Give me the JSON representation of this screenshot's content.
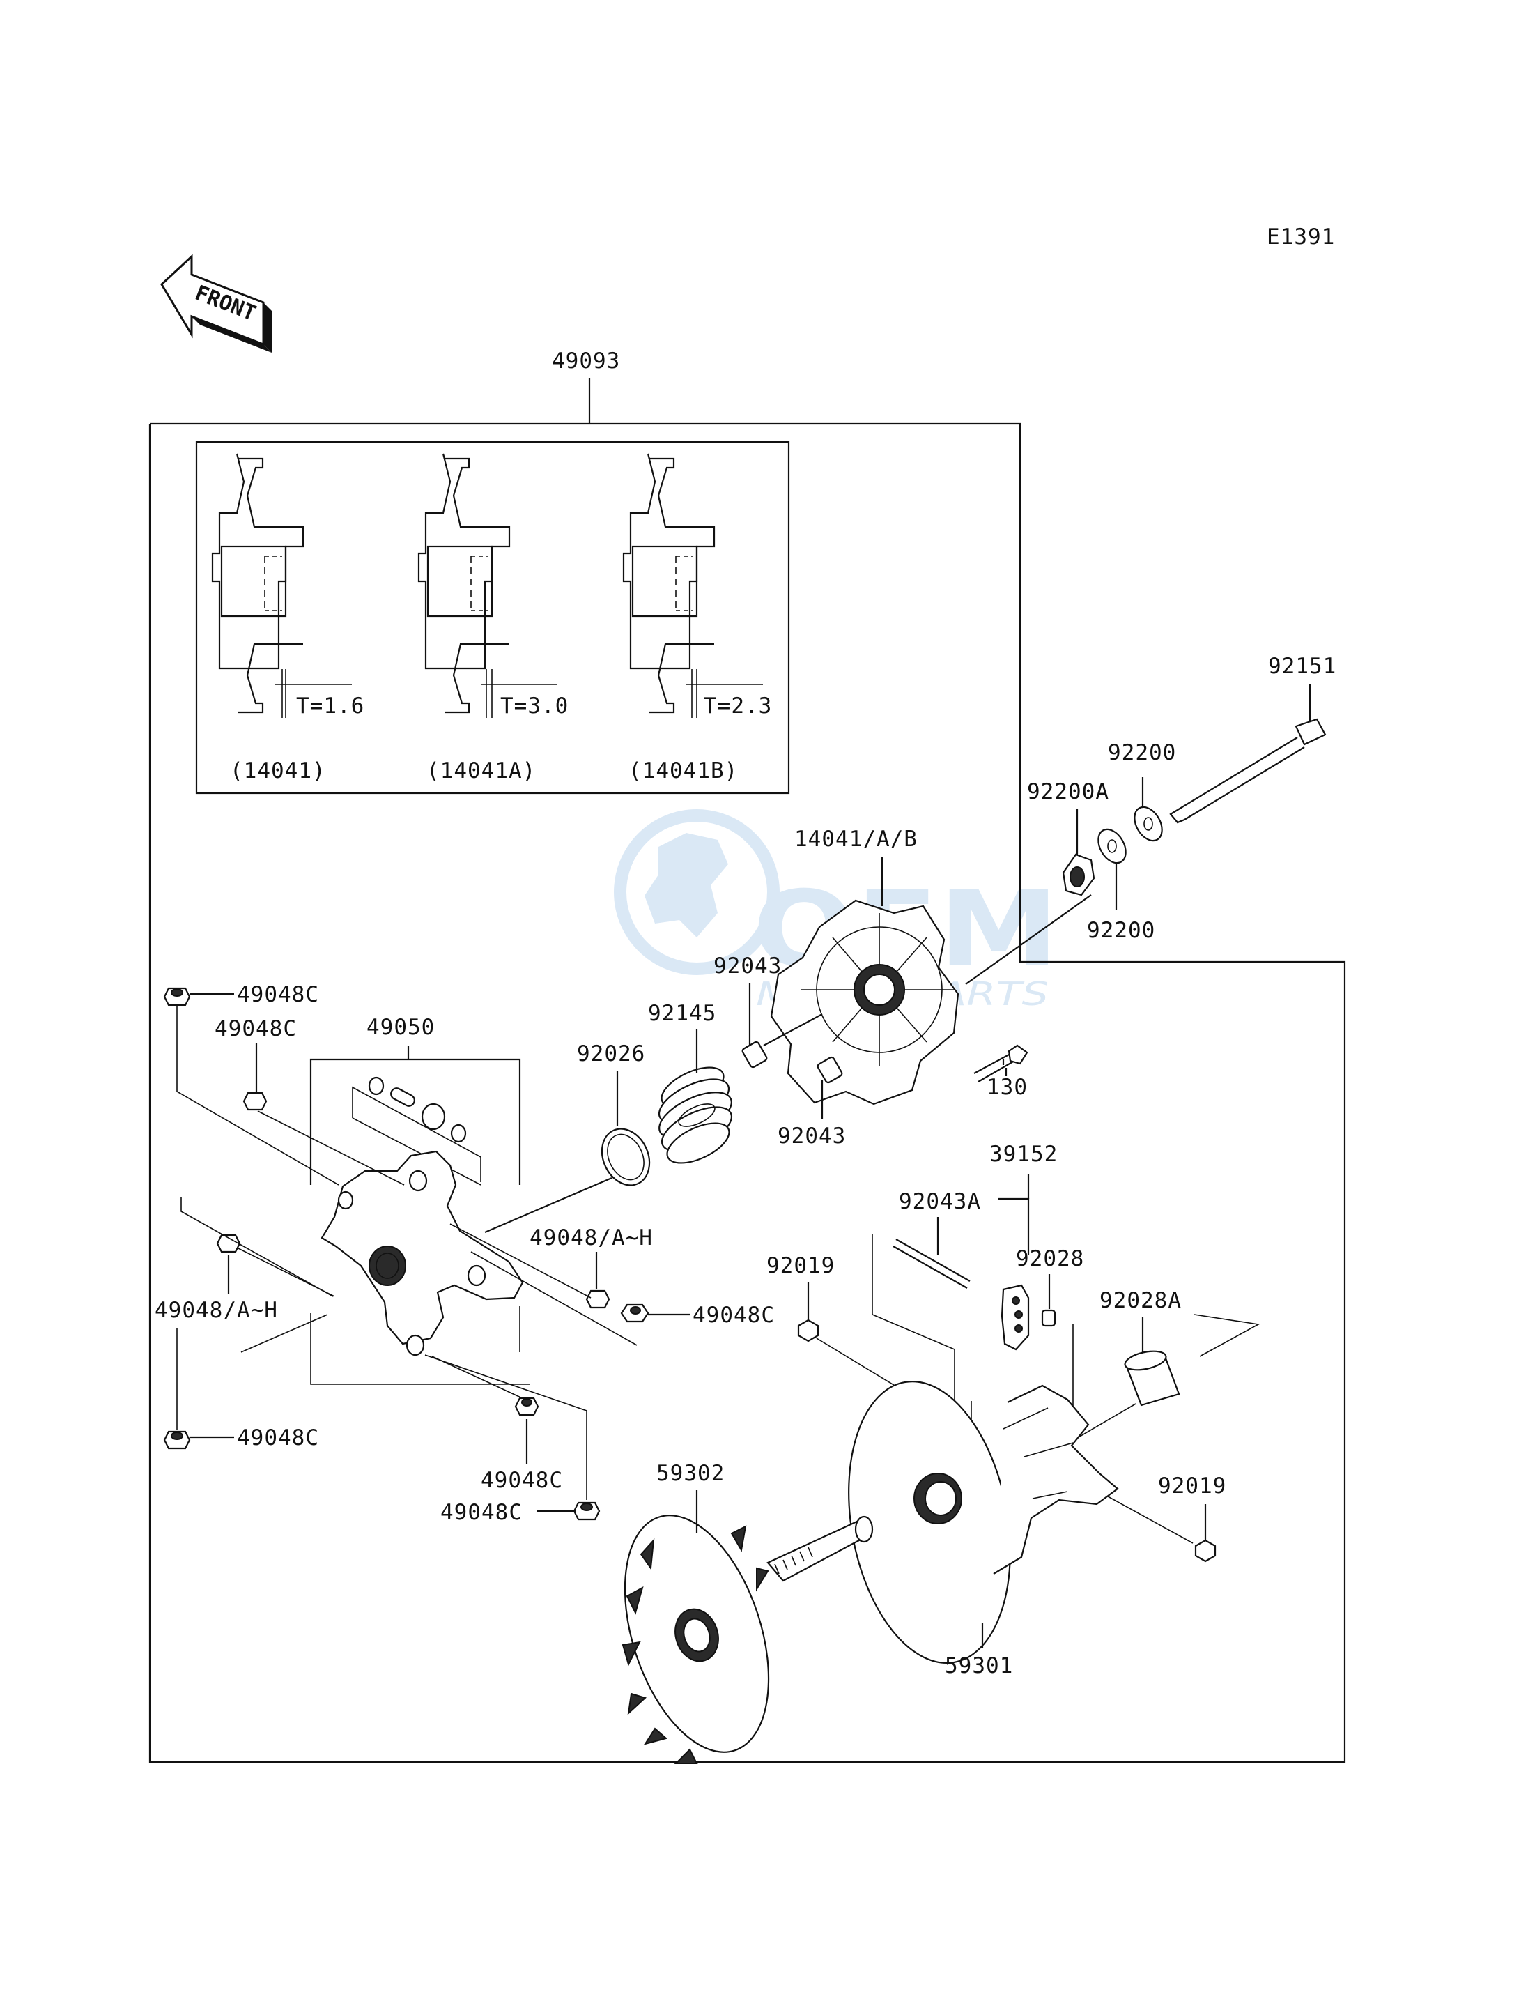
{
  "diagram": {
    "code": "E1391",
    "front_label": "FRONT",
    "assembly_label": "49093",
    "inset": {
      "panels": [
        {
          "part": "(14041)",
          "thickness": "T=1.6"
        },
        {
          "part": "(14041A)",
          "thickness": "T=3.0"
        },
        {
          "part": "(14041B)",
          "thickness": "T=2.3"
        }
      ]
    },
    "watermark": {
      "line1": "OEM",
      "line2": "MOTORPARTS"
    },
    "colors": {
      "ink": "#111111",
      "watermark": "#bcd6ee"
    },
    "labels": {
      "l92151": "92151",
      "l92200_top": "92200",
      "l92200a": "92200A",
      "l92200_bottom": "92200",
      "l14041ab": "14041/A/B",
      "l92043_top": "92043",
      "l92145": "92145",
      "l92026": "92026",
      "l92043_bottom": "92043",
      "l130": "130",
      "l49048c_1": "49048C",
      "l49050": "49050",
      "l49048c_2": "49048C",
      "l49048ah_right": "49048/A~H",
      "l49048c_3": "49048C",
      "l49048ah_left": "49048/A~H",
      "l49048c_4": "49048C",
      "l49048c_5": "49048C",
      "l49048c_6": "49048C",
      "l39152": "39152",
      "l92043a": "92043A",
      "l92028": "92028",
      "l92019_left": "92019",
      "l92028a": "92028A",
      "l92019_right": "92019",
      "l59302": "59302",
      "l59301": "59301"
    }
  }
}
